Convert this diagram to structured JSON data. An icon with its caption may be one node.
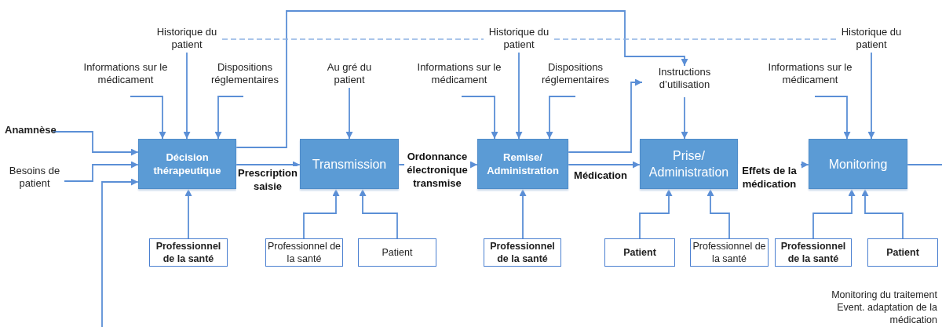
{
  "diagram": {
    "nodes": [
      {
        "text": [
          "Historique du patient"
        ]
      },
      {
        "text": [
          "Historique du patient"
        ]
      },
      {
        "text": [
          "Historique du patient"
        ]
      },
      {
        "text": [
          "Informations sur le médicament"
        ]
      },
      {
        "text": [
          "Dispositions réglementaires"
        ]
      },
      {
        "text": [
          "Au gré du patient"
        ]
      },
      {
        "text": [
          "Informations sur le médicament"
        ]
      },
      {
        "text": [
          "Dispositions réglementaires"
        ]
      },
      {
        "text": [
          "Instructions d’utilisation"
        ]
      },
      {
        "text": [
          "Informations sur le médicament"
        ]
      },
      {
        "text": [
          "Anamnèse"
        ]
      },
      {
        "text": [
          "Décision thérapeutique"
        ]
      },
      {
        "text": [
          "Besoins de patient"
        ]
      },
      {
        "text": [
          "Transmission"
        ]
      },
      {
        "text": [
          "Remise/ Administration"
        ]
      },
      {
        "text": [
          "Prise/ Administration"
        ]
      },
      {
        "text": [
          "Monitoring"
        ]
      },
      {
        "text": [
          "Professionnel de la santé"
        ]
      },
      {
        "text": [
          "Professionnel de la santé"
        ]
      },
      {
        "text": [
          "Patient"
        ]
      },
      {
        "text": [
          "Professionnel de la santé"
        ]
      },
      {
        "text": [
          "Patient"
        ]
      },
      {
        "text": [
          "Professionnel de la santé"
        ]
      },
      {
        "text": [
          "Professionnel de la santé"
        ]
      },
      {
        "text": [
          "Patient"
        ]
      }
    ],
    "edges": [
      {
        "from": 11,
        "to": 13,
        "arrow": "to",
        "label": "Prescription saisie"
      },
      {
        "from": 13,
        "to": 14,
        "arrow": "to",
        "label": "Ordonnance électronique transmise"
      },
      {
        "from": 14,
        "to": 15,
        "arrow": "to",
        "label": "Médication"
      },
      {
        "from": 15,
        "to": 16,
        "arrow": "to",
        "label": "Effets de la médication"
      },
      {
        "from": 16,
        "to": null,
        "arrow": "none"
      },
      {
        "from": 10,
        "to": 11,
        "arrow": "to"
      },
      {
        "from": 12,
        "to": 11,
        "arrow": "to"
      },
      {
        "from": null,
        "to": 11,
        "arrow": "to"
      },
      {
        "from": 3,
        "to": 11,
        "arrow": "to"
      },
      {
        "from": 0,
        "to": 11,
        "arrow": "to"
      },
      {
        "from": 4,
        "to": 11,
        "arrow": "to"
      },
      {
        "from": 5,
        "to": 13,
        "arrow": "to"
      },
      {
        "from": 6,
        "to": 14,
        "arrow": "to"
      },
      {
        "from": 1,
        "to": 14,
        "arrow": "to"
      },
      {
        "from": 7,
        "to": 14,
        "arrow": "to"
      },
      {
        "from": 11,
        "to": 8,
        "arrow": "to"
      },
      {
        "from": 14,
        "to": 8,
        "arrow": "to"
      },
      {
        "from": 8,
        "to": 15,
        "arrow": "to"
      },
      {
        "from": 9,
        "to": 16,
        "arrow": "to"
      },
      {
        "from": 2,
        "to": 16,
        "arrow": "to"
      },
      {
        "from": 17,
        "to": 11,
        "arrow": "to"
      },
      {
        "from": 18,
        "to": 13,
        "arrow": "to"
      },
      {
        "from": 19,
        "to": 13,
        "arrow": "to"
      },
      {
        "from": 20,
        "to": 14,
        "arrow": "to"
      },
      {
        "from": 21,
        "to": 15,
        "arrow": "to"
      },
      {
        "from": 22,
        "to": 15,
        "arrow": "to"
      },
      {
        "from": 23,
        "to": 16,
        "arrow": "to"
      },
      {
        "from": 24,
        "to": 16,
        "arrow": "to"
      },
      {
        "from": 0,
        "to": 1,
        "arrow": "none",
        "style": "dashed"
      },
      {
        "from": 1,
        "to": 2,
        "arrow": "none",
        "style": "dashed"
      }
    ],
    "labels": [
      "Monitoring du traitement",
      "Event. adaptation de la médication"
    ]
  }
}
